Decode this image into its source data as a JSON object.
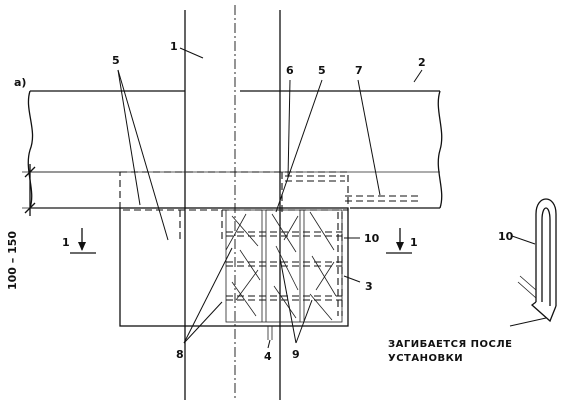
{
  "figure_label": "а)",
  "dimension_label": "100 – 150",
  "section_mark": "1",
  "note": {
    "line1": "ЗАГИБАЕТСЯ ПОСЛЕ",
    "line2": "УСТАНОВКИ"
  },
  "callouts": {
    "c1": "1",
    "c2": "2",
    "c3": "3",
    "c4": "4",
    "c5a": "5",
    "c5b": "5",
    "c6": "6",
    "c7": "7",
    "c8": "8",
    "c9": "9",
    "c10a": "10",
    "c10b": "10"
  }
}
